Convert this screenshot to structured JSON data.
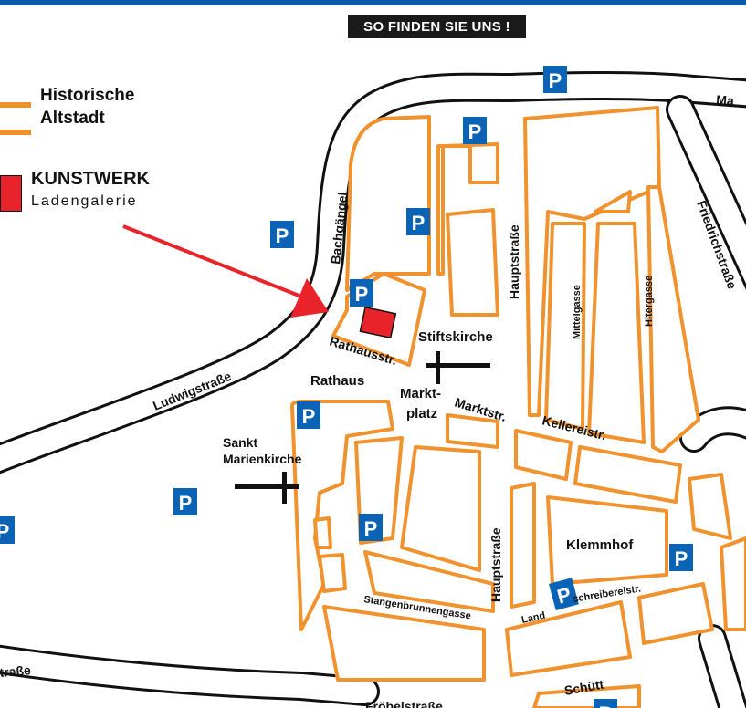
{
  "title": "SO FINDEN SIE UNS !",
  "legend": {
    "historic_line1": "Historische",
    "historic_line2": "Altstadt",
    "shop_name": "KUNSTWERK",
    "shop_sub": "Ladengalerie"
  },
  "colors": {
    "road_outline": "#111111",
    "historic_district": "#f0922e",
    "parking": "#0b63b5",
    "shop_marker": "#e8242a",
    "pointer_arrow": "#e8242a",
    "top_bar": "#0b5aa8"
  },
  "parking_label": "P",
  "streets": {
    "ludwigstrasse": "Ludwigstraße",
    "bachgaengel": "Bachgängel",
    "rathausstr": "Rathausstr.",
    "hauptstrasse_n": "Hauptstraße",
    "hauptstrasse_s": "Hauptstraße",
    "mittelgasse": "Mittelgasse",
    "hitergasse": "Hitergasse",
    "friedrichstrasse": "Friedrichstraße",
    "marktstr": "Marktstr.",
    "kellereistr": "Kellereistr.",
    "stangenbrunnengasse": "Stangenbrunnengasse",
    "land": "Land",
    "schreibereistr": "schreibereistr.",
    "schuett": "Schütt",
    "froebelstrasse": "Fröbelstraße",
    "strasse_left": "traße",
    "ma_top": "Ma"
  },
  "places": {
    "stiftskirche": "Stiftskirche",
    "rathaus": "Rathaus",
    "marktplatz_1": "Markt-",
    "marktplatz_2": "platz",
    "sankt_1": "Sankt",
    "sankt_2": "Marienkirche",
    "klemmhof": "Klemmhof"
  }
}
